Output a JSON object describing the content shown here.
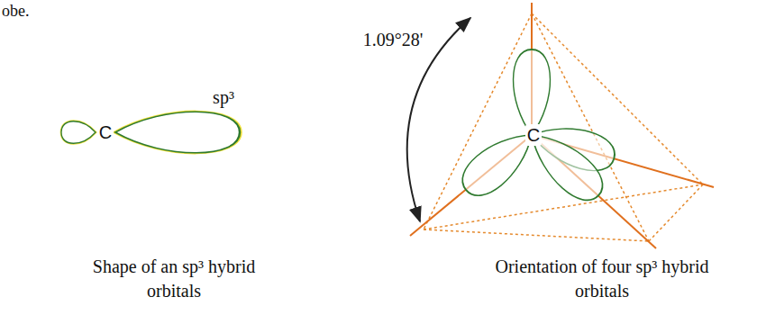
{
  "diagram": {
    "labels": [
      "obe.",
      "C",
      "sp³",
      "1.09°28'",
      "C",
      "Shape of an sp³ hybrid orbitals",
      "Orientation of four sp³ hybrid orbitals"
    ]
  }
}
